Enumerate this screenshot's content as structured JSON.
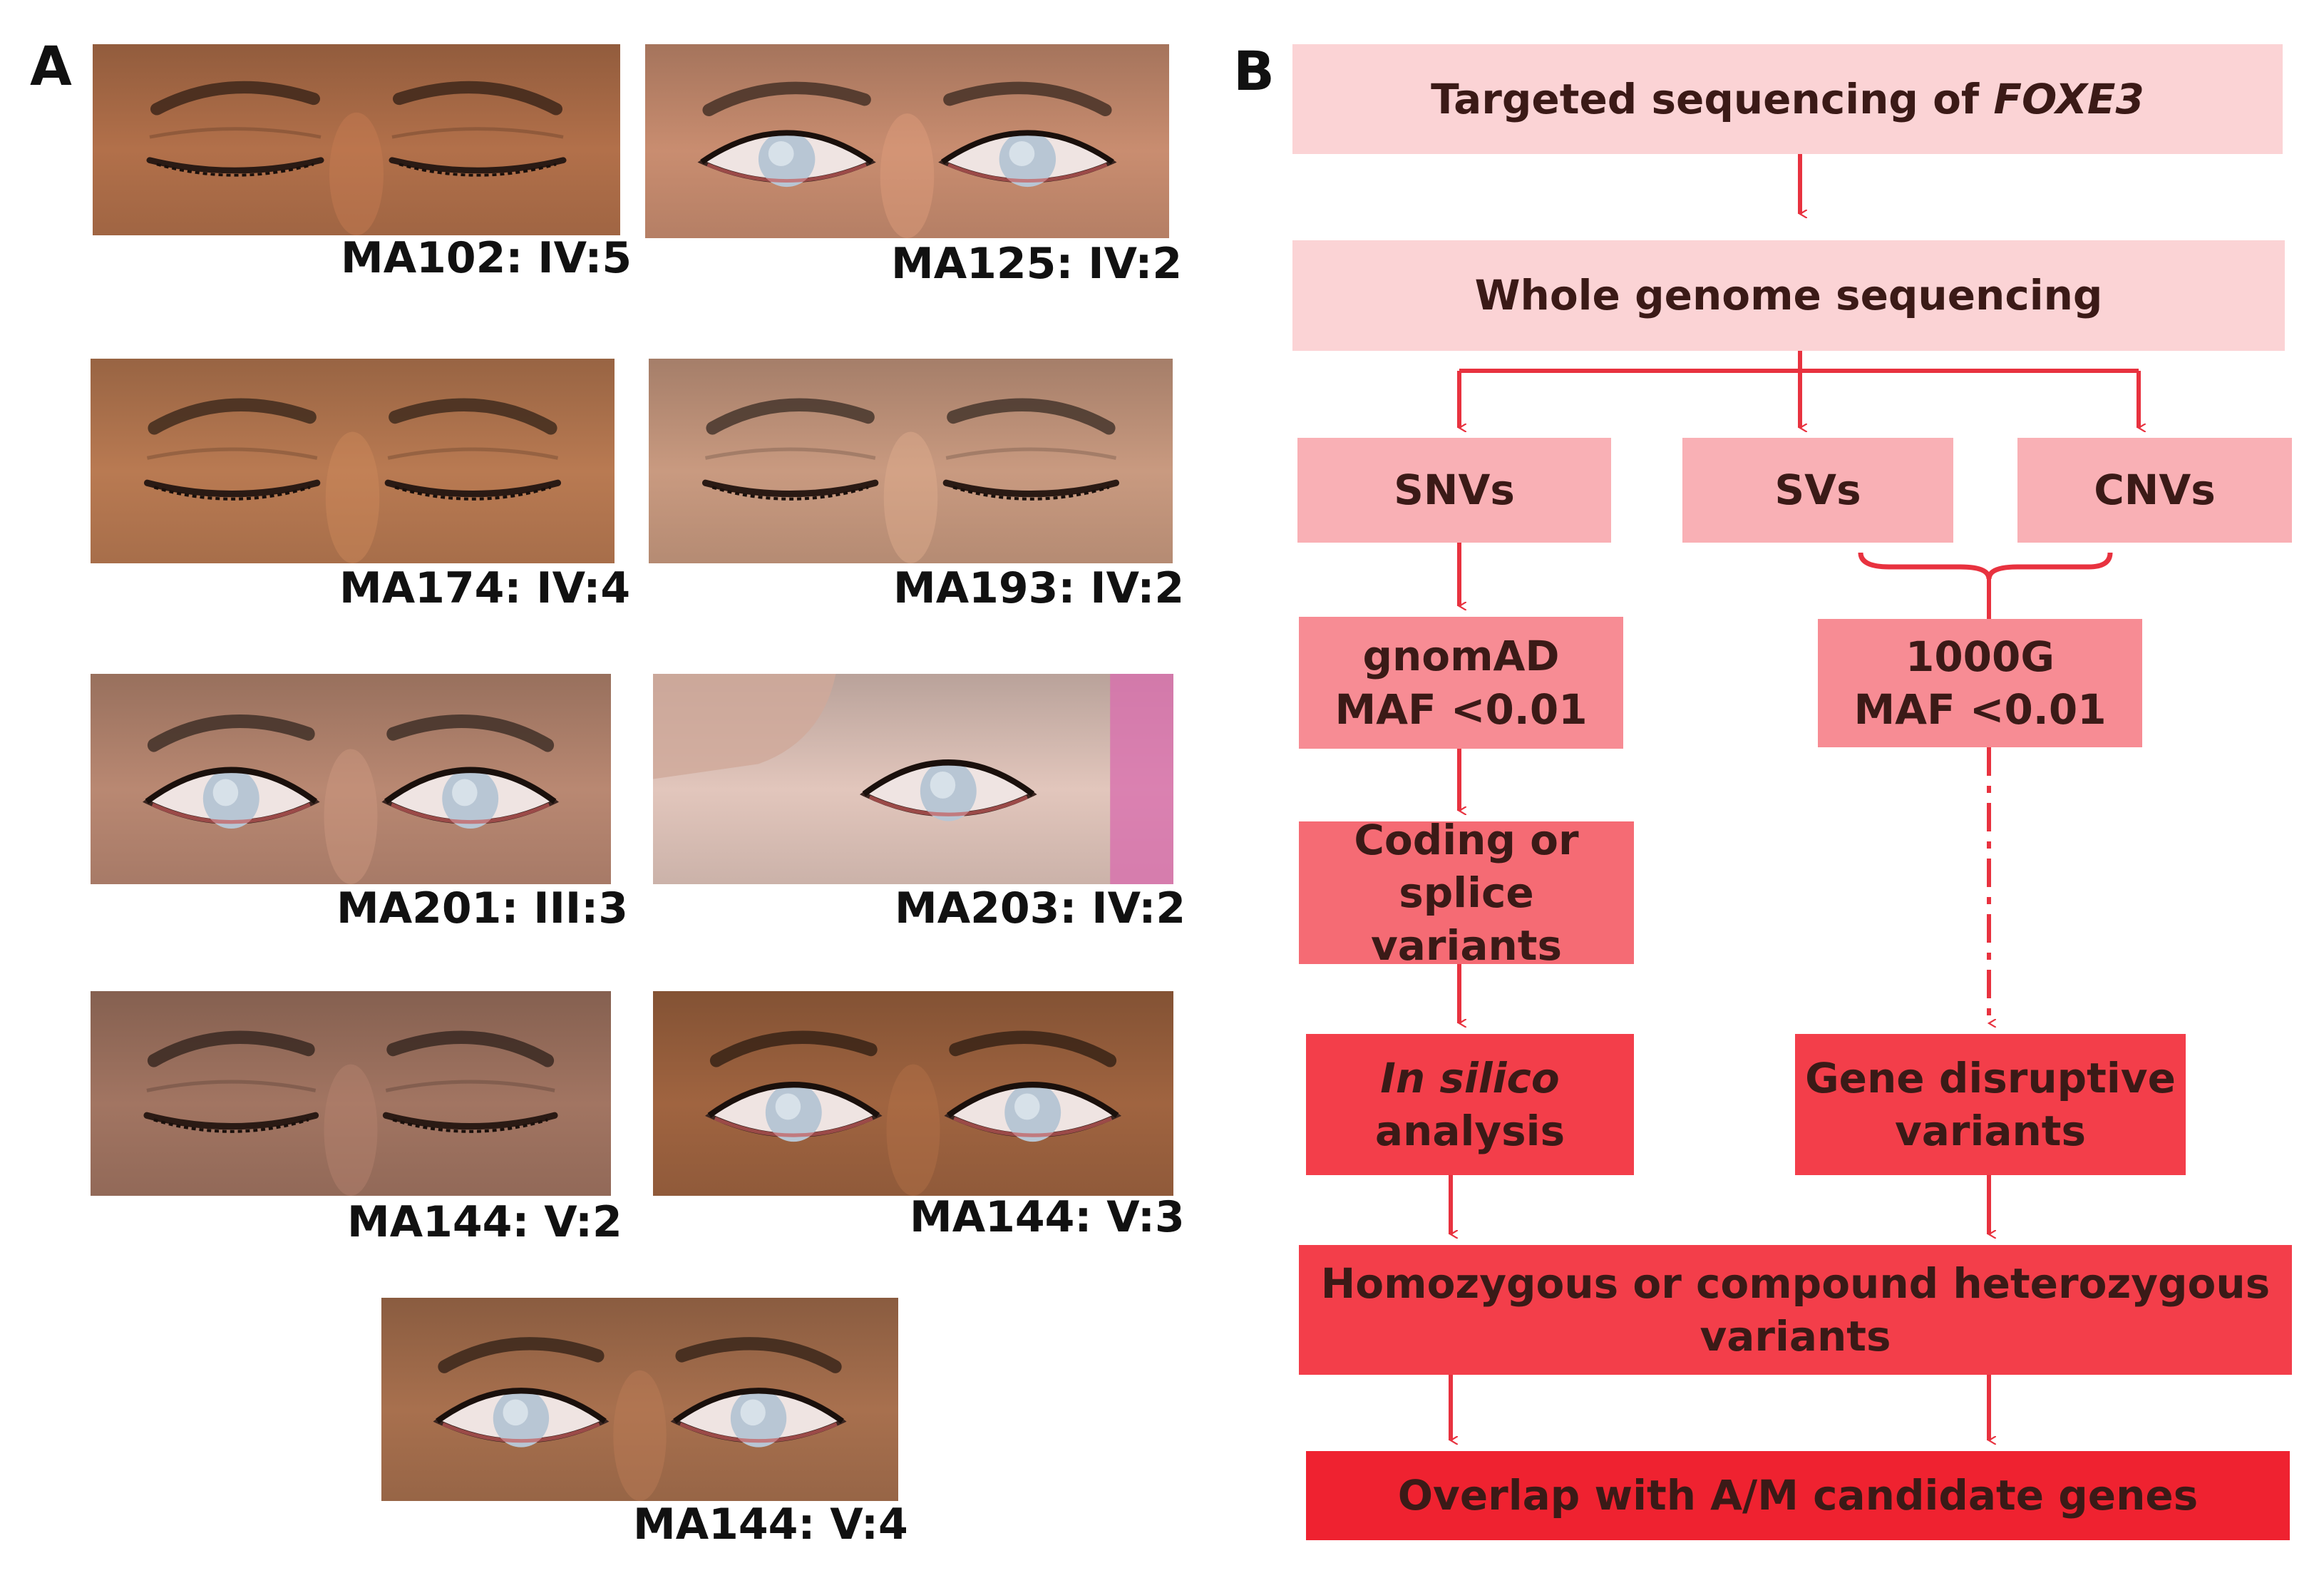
{
  "panel_a": {
    "label": "A",
    "photos": [
      {
        "caption": "MA102: IV:5",
        "eye_state": "closed",
        "skin": "#b2704a"
      },
      {
        "caption": "MA125: IV:2",
        "eye_state": "open-opaque",
        "skin": "#c98d70"
      },
      {
        "caption": "MA174: IV:4",
        "eye_state": "closed",
        "skin": "#b97a52"
      },
      {
        "caption": "MA193: IV:2",
        "eye_state": "closed",
        "skin": "#c99a80"
      },
      {
        "caption": "MA201: III:3",
        "eye_state": "open-opaque",
        "skin": "#b98872"
      },
      {
        "caption": "MA203: IV:2",
        "eye_state": "single-open",
        "skin": "#e2c6bc"
      },
      {
        "caption": "MA144: V:2",
        "eye_state": "closed",
        "skin": "#a27562"
      },
      {
        "caption": "MA144: V:3",
        "eye_state": "open-opaque",
        "skin": "#a06440"
      },
      {
        "caption": "MA144: V:4",
        "eye_state": "open-opaque",
        "skin": "#a8704e"
      }
    ]
  },
  "panel_b": {
    "label": "B",
    "steps": {
      "targeted": {
        "text": "Targeted sequencing of ",
        "italic": "FOXE3"
      },
      "wgs": "Whole genome sequencing",
      "snvs": "SNVs",
      "svs": "SVs",
      "cnvs": "CNVs",
      "gnomad": [
        "gnomAD",
        "MAF <0.01"
      ],
      "g1000": [
        "1000G",
        "MAF <0.01"
      ],
      "coding": [
        "Coding or",
        "splice variants"
      ],
      "insilico": {
        "italic": "In silico",
        "line2": "analysis"
      },
      "gene_disruptive": [
        "Gene disruptive",
        "variants"
      ],
      "homozygous": [
        "Homozygous or compound heterozygous",
        "variants"
      ],
      "overlap": "Overlap with A/M candidate genes"
    },
    "arrow_color": "#e8323f"
  }
}
